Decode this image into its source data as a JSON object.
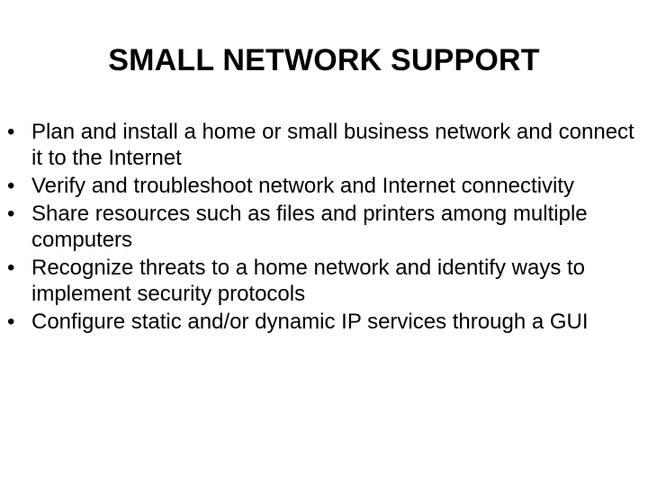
{
  "slide": {
    "title": "SMALL NETWORK SUPPORT",
    "bullet_glyph": "•",
    "bullets": [
      "Plan and install a home or small business network and connect it to the Internet",
      "Verify and troubleshoot network and Internet connectivity",
      "Share resources such as files and printers among multiple computers",
      "Recognize threats to a home network and identify ways to implement security protocols",
      "Configure static and/or dynamic IP services through a GUI"
    ]
  }
}
